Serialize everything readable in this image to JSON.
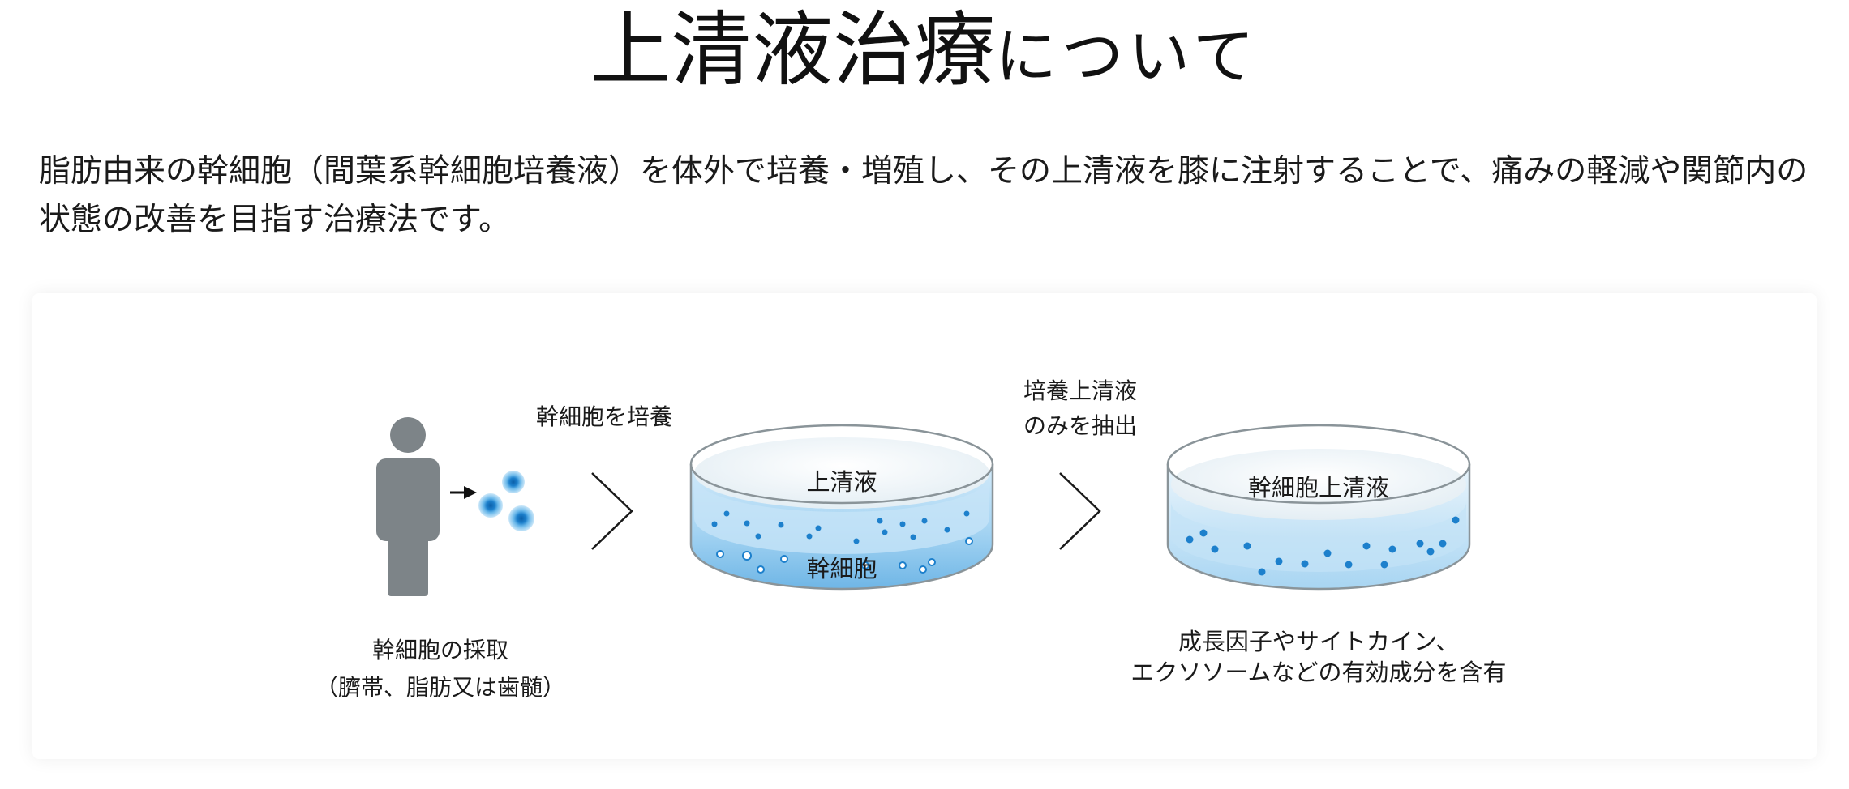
{
  "title": {
    "main": "上清液治療",
    "sub": "について"
  },
  "intro": "脂肪由来の幹細胞（間葉系幹細胞培養液）を体外で培養・増殖し、その上清液を膝に注射することで、痛みの軽減や関節内の状態の改善を目指す治療法です。",
  "diagram": {
    "step1": {
      "label": "幹細胞の採取",
      "note": "（臍帯、脂肪又は歯髄）"
    },
    "step2": {
      "arrow_label": "幹細胞を培養",
      "dish_top_label": "上清液",
      "dish_bottom_label": "幹細胞"
    },
    "step3": {
      "arrow_label_line1": "培養上清液",
      "arrow_label_line2": "のみを抽出",
      "dish_label": "幹細胞上清液",
      "desc_line1": "成長因子やサイトカイン、",
      "desc_line2": "エクソソームなどの有効成分を含有"
    },
    "colors": {
      "person": "#7d8488",
      "cell": "#2a8fd4",
      "cell_halo": "#a9d6f3",
      "liquid": "#8ec8ef",
      "dish_rim": "#8a9499"
    }
  }
}
